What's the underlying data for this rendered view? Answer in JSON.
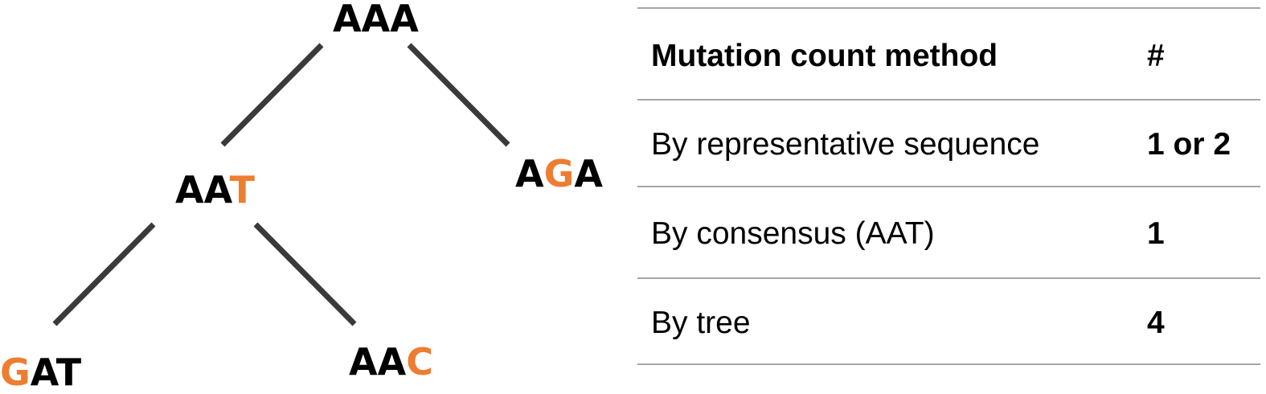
{
  "tree": {
    "mutation_color": "#ED7D31",
    "root": {
      "parts": [
        {
          "t": "AAA",
          "mut": false
        }
      ]
    },
    "mid": {
      "parts": [
        {
          "t": "AA",
          "mut": false
        },
        {
          "t": "T",
          "mut": true
        }
      ]
    },
    "right": {
      "parts": [
        {
          "t": "A",
          "mut": false
        },
        {
          "t": "G",
          "mut": true
        },
        {
          "t": "A",
          "mut": false
        }
      ]
    },
    "leaf1": {
      "parts": [
        {
          "t": "G",
          "mut": true
        },
        {
          "t": "AT",
          "mut": false
        }
      ]
    },
    "leaf2": {
      "parts": [
        {
          "t": "AA",
          "mut": false
        },
        {
          "t": "C",
          "mut": true
        }
      ]
    }
  },
  "table": {
    "header": {
      "method": "Mutation count method",
      "count": "#"
    },
    "rows": [
      {
        "method": "By representative sequence",
        "count": "1 or 2"
      },
      {
        "method": "By consensus (AAT)",
        "count": "1"
      },
      {
        "method": "By tree",
        "count": "4"
      }
    ]
  }
}
